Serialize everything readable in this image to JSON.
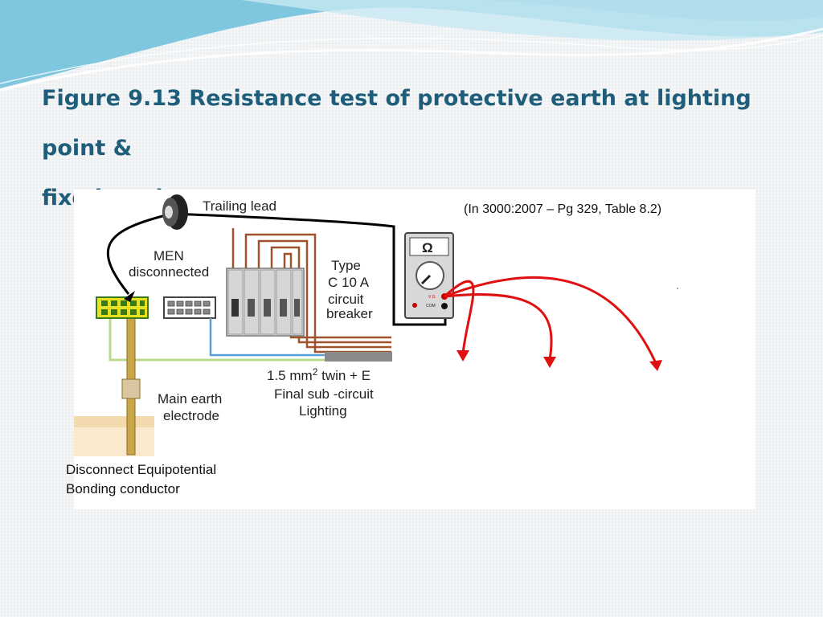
{
  "slide": {
    "title_line1": "Figure 9.13 Resistance test of protective earth at lighting point &",
    "title_line2": "fixed equipment",
    "reference": "(In 3000:2007 – Pg 329, Table  8.2)",
    "bonding_note_line1": "Disconnect Equipotential",
    "bonding_note_line2": "Bonding conductor"
  },
  "diagram": {
    "trailing_lead": "Trailing lead",
    "men_line1": "MEN",
    "men_line2": "disconnected",
    "breaker_line1": "Type",
    "breaker_line2": "C 10 A",
    "breaker_line3": "circuit",
    "breaker_line4": "breaker",
    "meter_symbol": "Ω",
    "meter_vohm": "V Ω",
    "meter_com": "COM",
    "cable_line1_prefix": "1.5 mm",
    "cable_line1_sup": "2",
    "cable_line1_suffix": " twin + E",
    "cable_line2": "Final sub -circuit",
    "cable_line3": "Lighting",
    "electrode_line1": "Main earth",
    "electrode_line2": "electrode"
  },
  "colors": {
    "title": "#1f5e7a",
    "test_leads": "#e01010",
    "earth_conductor": "#b9d98a",
    "neutral_conductor": "#5aa0d6",
    "active_conductor": "#a0522d"
  }
}
